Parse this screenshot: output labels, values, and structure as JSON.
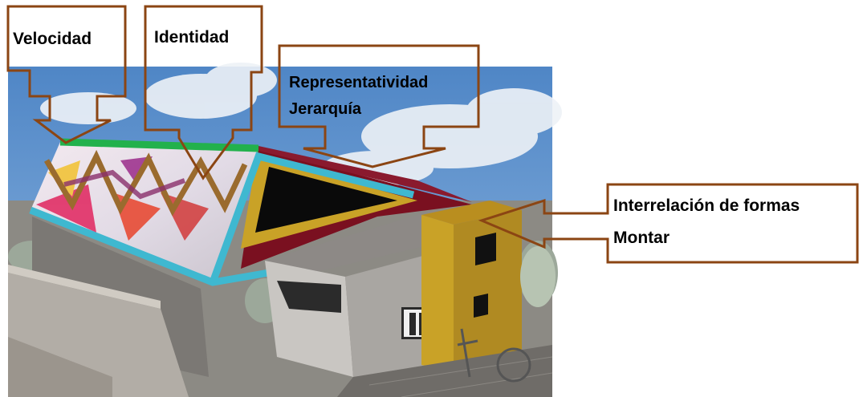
{
  "callouts": {
    "velocidad": {
      "label": "Velocidad"
    },
    "identidad": {
      "label": "Identidad"
    },
    "representatividad": {
      "line1": "Representatividad",
      "line2": "Jerarquía"
    },
    "interrelacion": {
      "line1": "Interrelación de formas",
      "line2": "Montar"
    }
  },
  "colors": {
    "callout_outline": "#8B4513",
    "roof_edge_green": "#22B14C",
    "roof_edge_blue": "#3FB8D0",
    "facade_maroon": "#7A1020",
    "facade_yellow": "#C9A227",
    "sky": "#5B8FCB"
  }
}
